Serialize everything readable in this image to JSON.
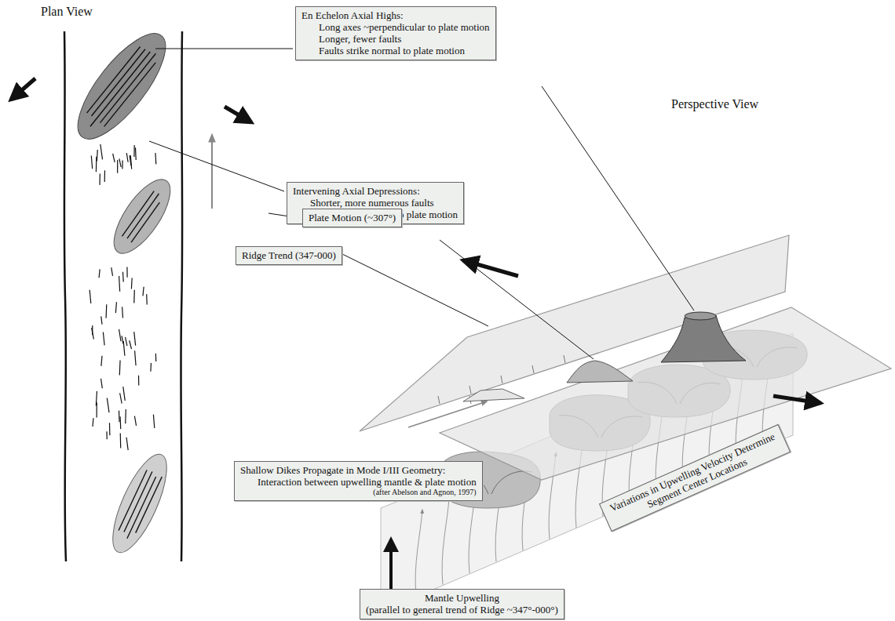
{
  "diagram": {
    "nodes": [
      {
        "text": [
          "En Echelon Axial Highs:",
          "Long axes ~perpendicular to plate motion",
          "Longer, fewer faults",
          "Faults strike normal to plate motion"
        ]
      },
      {
        "text": [
          "Intervening Axial Depressions:",
          "Shorter, more numerous faults",
          "Faults strike oblique to plate motion"
        ]
      },
      {
        "text": [
          "Plate Motion (~307°)"
        ]
      },
      {
        "text": [
          "Ridge Trend (347-000)"
        ]
      },
      {
        "text": [
          "Shallow Dikes Propagate in Mode I/III Geometry:",
          "Interaction between upwelling mantle & plate motion",
          "(after Abelson and Agnon, 1997)"
        ]
      },
      {
        "text": [
          "Variations in Upwelling Velocity Determine Segment Center Locations"
        ]
      },
      {
        "text": [
          "Mantle Upwelling",
          "(parallel to general trend of Ridge ~347°-000°)"
        ]
      }
    ],
    "edges": [],
    "labels": [
      "Plan View",
      "Perspective View"
    ]
  }
}
